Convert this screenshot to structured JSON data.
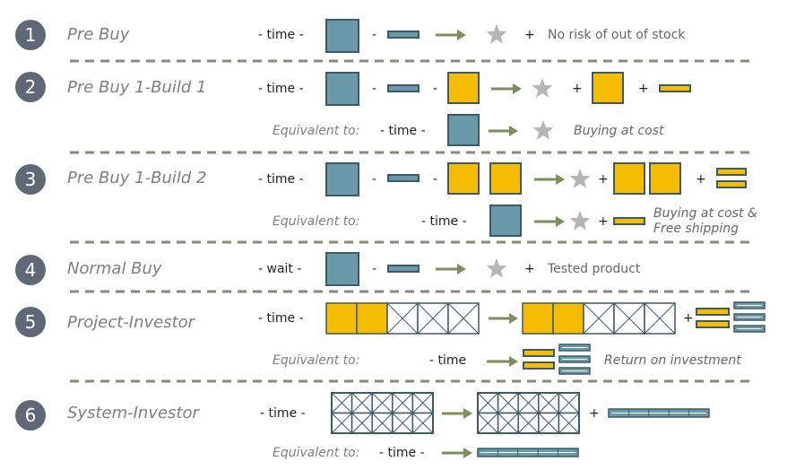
{
  "rows": [
    {
      "num": "1",
      "title": "Pre Buy",
      "label": "- time -",
      "benefit": "No risk of out of stock"
    },
    {
      "num": "2",
      "title": "Pre Buy 1-Build 1",
      "label": "- time -",
      "equiv_label": "Equivalent to:",
      "equiv_time": "- time -",
      "equiv_note": "Buying at cost"
    },
    {
      "num": "3",
      "title": "Pre Buy 1-Build 2",
      "label": "- time -",
      "equiv_label": "Equivalent to:",
      "equiv_time": "- time -",
      "equiv_note_line1": "Buying at cost &",
      "equiv_note_line2": "Free shipping"
    },
    {
      "num": "4",
      "title": "Normal Buy",
      "label": "- wait -",
      "benefit": "Tested product"
    },
    {
      "num": "5",
      "title": "Project-Investor",
      "label": "- time -",
      "equiv_label": "Equivalent to:",
      "equiv_time": "- time",
      "equiv_note": "Return on investment"
    },
    {
      "num": "6",
      "title": "System-Investor",
      "label": "- time -",
      "equiv_label": "Equivalent to:",
      "equiv_time": "- time -"
    }
  ],
  "symbols": {
    "dash": "-",
    "plus": "+"
  },
  "colors": {
    "teal": "#6a9aaa",
    "teal_border": "#3d5a66",
    "gold": "#f5bd00",
    "gold_border": "#3d5a66",
    "arrow": "#7d8f5c",
    "divider": "#8a8a78",
    "star": "#b5b5b5",
    "badge": "#606878"
  }
}
